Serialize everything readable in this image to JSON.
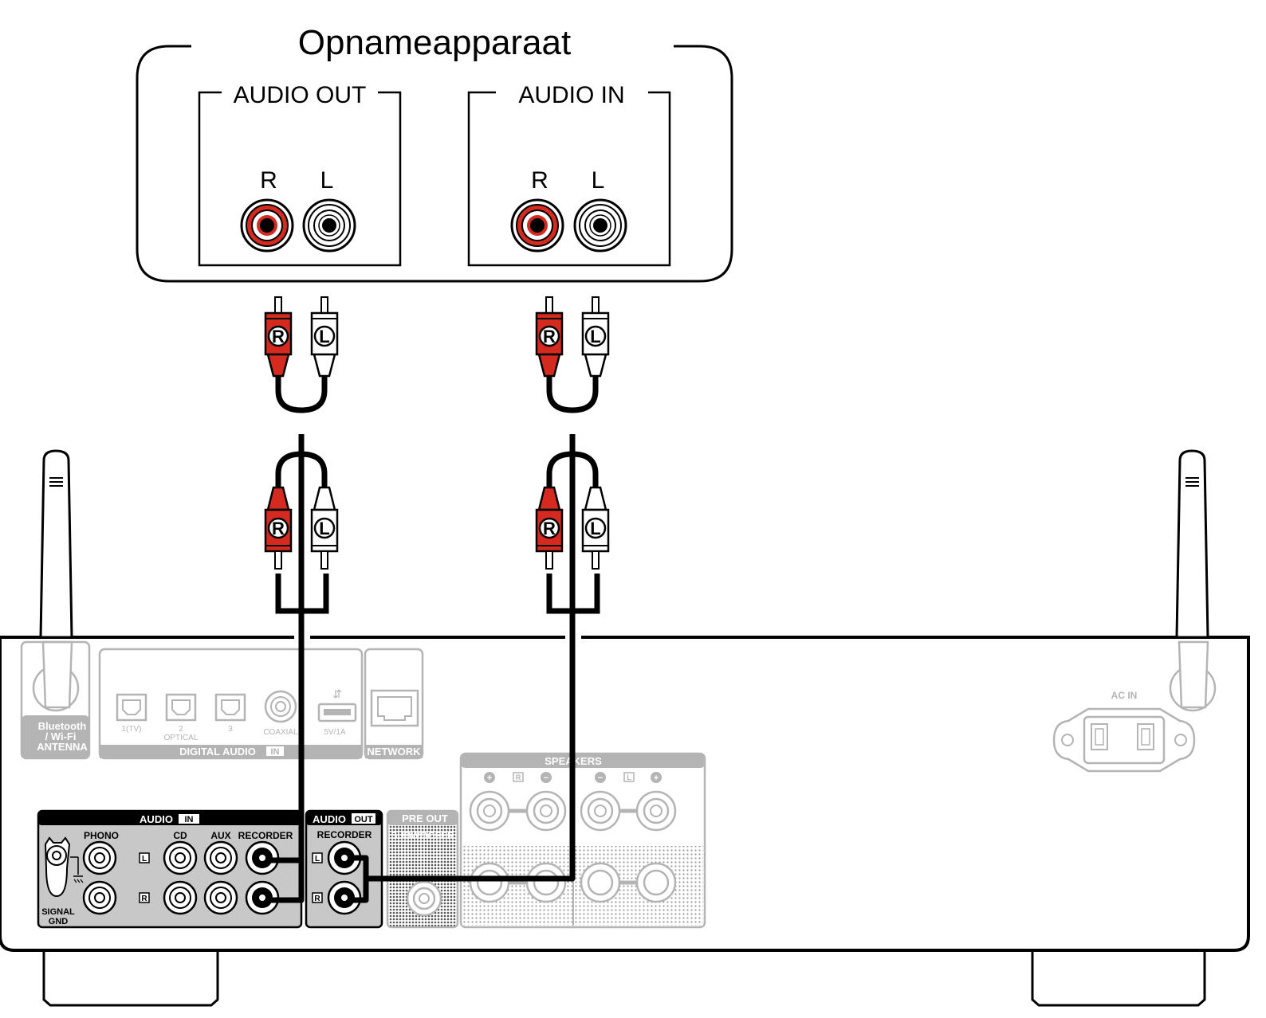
{
  "device": {
    "title": "Opnameapparaat",
    "audio_out_label": "AUDIO OUT",
    "audio_in_label": "AUDIO IN",
    "right": "R",
    "left": "L"
  },
  "cable": {
    "right_mark": "R",
    "left_mark": "L"
  },
  "amplifier": {
    "antenna_label": [
      "Bluetooth",
      "/ Wi-Fi",
      "ANTENNA"
    ],
    "digital_audio_label": "DIGITAL AUDIO",
    "digital_in_badge": "IN",
    "optical_1": "1(TV)",
    "optical_2": "2",
    "optical_word": "OPTICAL",
    "optical_3": "3",
    "coaxial": "COAXIAL",
    "usb_rating": "5V/1A",
    "network": "NETWORK",
    "ac_in": "AC IN",
    "speakers": "SPEAKERS",
    "speaker_r": "R",
    "speaker_l": "L",
    "audio_in_header": "AUDIO",
    "audio_in_badge": "IN",
    "phono": "PHONO",
    "cd": "CD",
    "aux": "AUX",
    "recorder_in": "RECORDER",
    "signal_gnd": [
      "SIGNAL",
      "GND"
    ],
    "l_mark": "L",
    "r_mark": "R",
    "audio_out_header": "AUDIO",
    "audio_out_badge": "OUT",
    "recorder_out": "RECORDER",
    "pre_out": "PRE OUT",
    "subwoofer": "SUBWOOFER"
  },
  "colors": {
    "red": "#d42a20",
    "black": "#000000",
    "ghost": "#b4b4b4",
    "panel": "#c8c8c8"
  }
}
